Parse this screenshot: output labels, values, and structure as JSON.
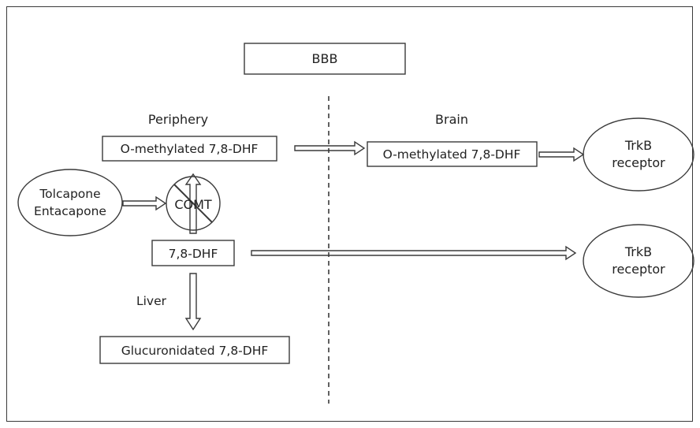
{
  "barrier": {
    "label": "BBB"
  },
  "regions": {
    "periphery": "Periphery",
    "brain": "Brain"
  },
  "nodes": {
    "om_periphery": "O-methylated 7,8-DHF",
    "om_brain": "O-methylated 7,8-DHF",
    "inhibitor_line1": "Tolcapone",
    "inhibitor_line2": "Entacapone",
    "enzyme": "COMT",
    "dhf": "7,8-DHF",
    "glucuronidated": "Glucuronidated 7,8-DHF",
    "trkb_1_line1": "TrkB",
    "trkb_1_line2": "receptor",
    "trkb_2_line1": "TrkB",
    "trkb_2_line2": "receptor"
  },
  "edges": {
    "liver_label": "Liver"
  },
  "colors": {
    "stroke": "#3a3a3a",
    "text": "#222222"
  }
}
